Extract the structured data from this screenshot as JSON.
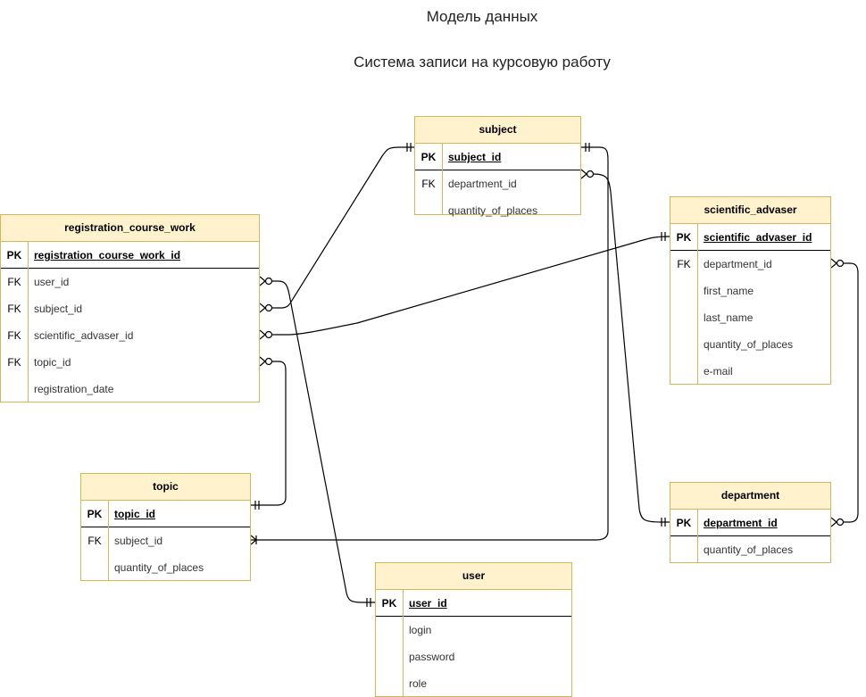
{
  "title": "Модель данных",
  "subtitle": "Система записи на курсовую работу",
  "entities": {
    "subject": {
      "name": "subject",
      "rows": [
        {
          "key": "PK",
          "field": "subject_id"
        },
        {
          "key": "FK",
          "field": "department_id"
        },
        {
          "key": "",
          "field": "quantity_of_places"
        }
      ]
    },
    "registration_course_work": {
      "name": "registration_course_work",
      "rows": [
        {
          "key": "PK",
          "field": "registration_course_work_id"
        },
        {
          "key": "FK",
          "field": "user_id"
        },
        {
          "key": "FK",
          "field": "subject_id"
        },
        {
          "key": "FK",
          "field": "scientific_advaser_id"
        },
        {
          "key": "FK",
          "field": "topic_id"
        },
        {
          "key": "",
          "field": "registration_date"
        }
      ]
    },
    "scientific_advaser": {
      "name": "scientific_advaser",
      "rows": [
        {
          "key": "PK",
          "field": "scientific_advaser_id"
        },
        {
          "key": "FK",
          "field": "department_id"
        },
        {
          "key": "",
          "field": "first_name"
        },
        {
          "key": "",
          "field": "last_name"
        },
        {
          "key": "",
          "field": "quantity_of_places"
        },
        {
          "key": "",
          "field": "e-mail"
        }
      ]
    },
    "topic": {
      "name": "topic",
      "rows": [
        {
          "key": "PK",
          "field": "topic_id"
        },
        {
          "key": "FK",
          "field": "subject_id"
        },
        {
          "key": "",
          "field": "quantity_of_places"
        }
      ]
    },
    "department": {
      "name": "department",
      "rows": [
        {
          "key": "PK",
          "field": "department_id"
        },
        {
          "key": "",
          "field": "quantity_of_places"
        }
      ]
    },
    "user": {
      "name": "user",
      "rows": [
        {
          "key": "PK",
          "field": "user_id"
        },
        {
          "key": "",
          "field": "login"
        },
        {
          "key": "",
          "field": "password"
        },
        {
          "key": "",
          "field": "role"
        }
      ]
    }
  },
  "colors": {
    "header_fill": "#fff2cc",
    "border": "#d6b656",
    "line": "#000000"
  }
}
